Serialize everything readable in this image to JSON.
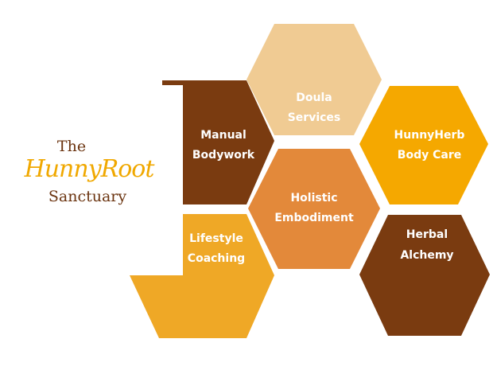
{
  "logo": {
    "line1": "The",
    "line2": "HunnyRoot",
    "line3": "Sanctuary",
    "text_color": "#6b3410",
    "script_color": "#f0a800"
  },
  "tiles": [
    {
      "id": "doula",
      "lines": [
        "Doula",
        "Services"
      ],
      "color": "#f0cb93"
    },
    {
      "id": "manual",
      "lines": [
        "Manual",
        "Bodywork"
      ],
      "color": "#7a3b10"
    },
    {
      "id": "hunnyherb",
      "lines": [
        "HunnyHerb",
        "Body Care"
      ],
      "color": "#f5a800"
    },
    {
      "id": "holistic",
      "lines": [
        "Holistic",
        "Embodiment"
      ],
      "color": "#e3893a"
    },
    {
      "id": "lifestyle",
      "lines": [
        "Lifestyle",
        "Coaching"
      ],
      "color": "#efa826"
    },
    {
      "id": "herbal",
      "lines": [
        "Herbal",
        "Alchemy"
      ],
      "color": "#7a3b10"
    }
  ]
}
